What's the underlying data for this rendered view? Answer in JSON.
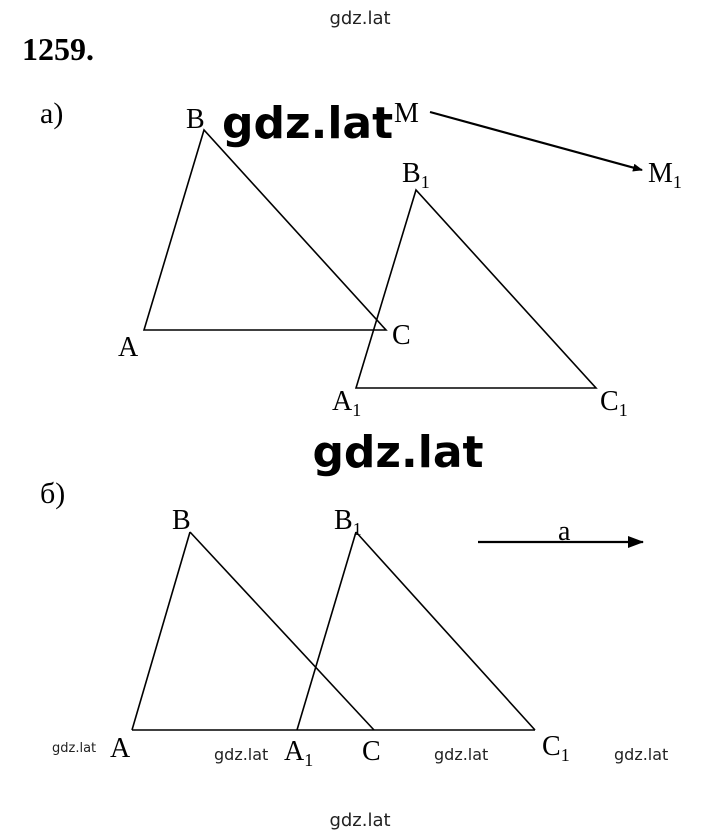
{
  "problem_number": "1259.",
  "watermark": "gdz.lat",
  "part_a": {
    "label": "а)",
    "points": {
      "A": "A",
      "B": "B",
      "C": "C",
      "A1": "A",
      "B1": "B",
      "C1": "C",
      "sub": "1",
      "M": "M",
      "M1": "M"
    }
  },
  "part_b": {
    "label": "б)",
    "points": {
      "A": "A",
      "B": "B",
      "C": "C",
      "A1": "A",
      "B1": "B",
      "C1": "C",
      "sub": "1"
    },
    "vector_label": "a"
  }
}
